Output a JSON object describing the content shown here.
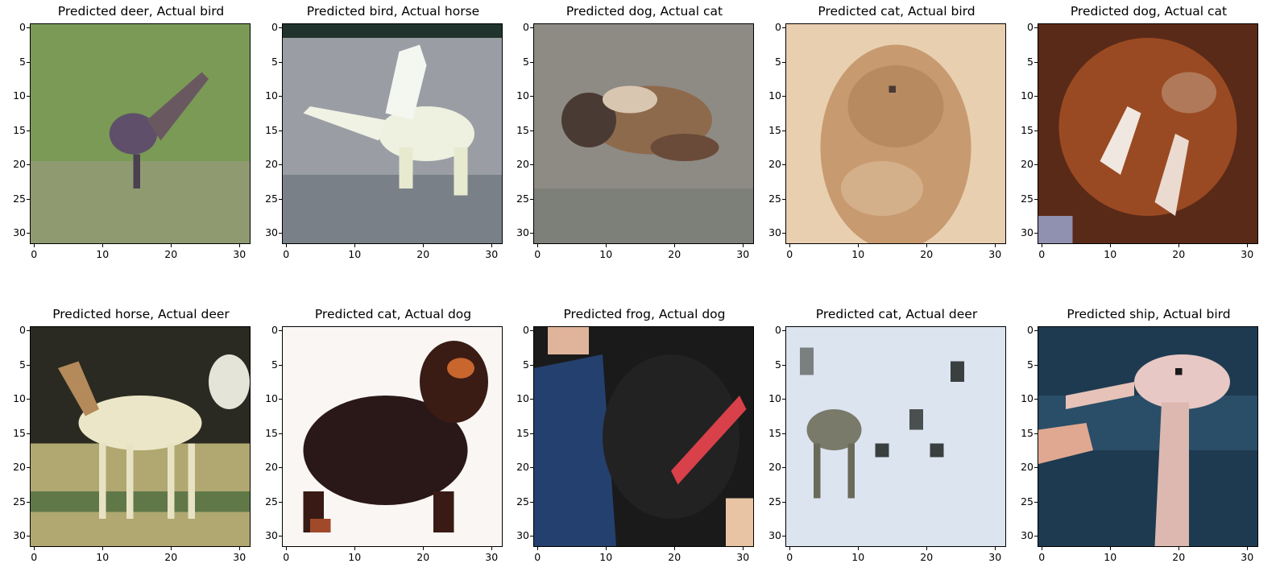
{
  "figure": {
    "panels": [
      {
        "title": "Predicted deer, Actual bird",
        "scene": "bird-grass"
      },
      {
        "title": "Predicted bird, Actual horse",
        "scene": "horse-white"
      },
      {
        "title": "Predicted dog, Actual cat",
        "scene": "cat-ground"
      },
      {
        "title": "Predicted cat, Actual bird",
        "scene": "bird-brown"
      },
      {
        "title": "Predicted dog, Actual cat",
        "scene": "cat-orange"
      },
      {
        "title": "Predicted horse, Actual deer",
        "scene": "deer-white"
      },
      {
        "title": "Predicted cat, Actual dog",
        "scene": "dog-dark"
      },
      {
        "title": "Predicted frog, Actual dog",
        "scene": "dog-black"
      },
      {
        "title": "Predicted cat, Actual deer",
        "scene": "deer-snow"
      },
      {
        "title": "Predicted ship, Actual bird",
        "scene": "bird-ostrich"
      }
    ],
    "axes": {
      "y_ticks": [
        "0",
        "5",
        "10",
        "15",
        "20",
        "25",
        "30"
      ],
      "x_ticks": [
        "0",
        "10",
        "20",
        "30"
      ],
      "y_tick_values": [
        0,
        5,
        10,
        15,
        20,
        25,
        30
      ],
      "x_tick_values": [
        0,
        10,
        20,
        30
      ],
      "pixel_extent": 32
    }
  }
}
